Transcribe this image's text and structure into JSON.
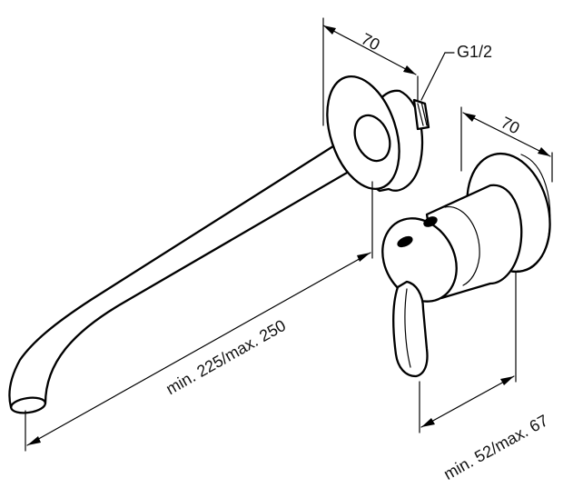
{
  "dimensions": {
    "spout_plate_width": "70",
    "thread_size": "G1/2",
    "lever_plate_width": "70",
    "spout_length": "min. 225/max. 250",
    "lever_projection": "min. 52/max. 67"
  }
}
